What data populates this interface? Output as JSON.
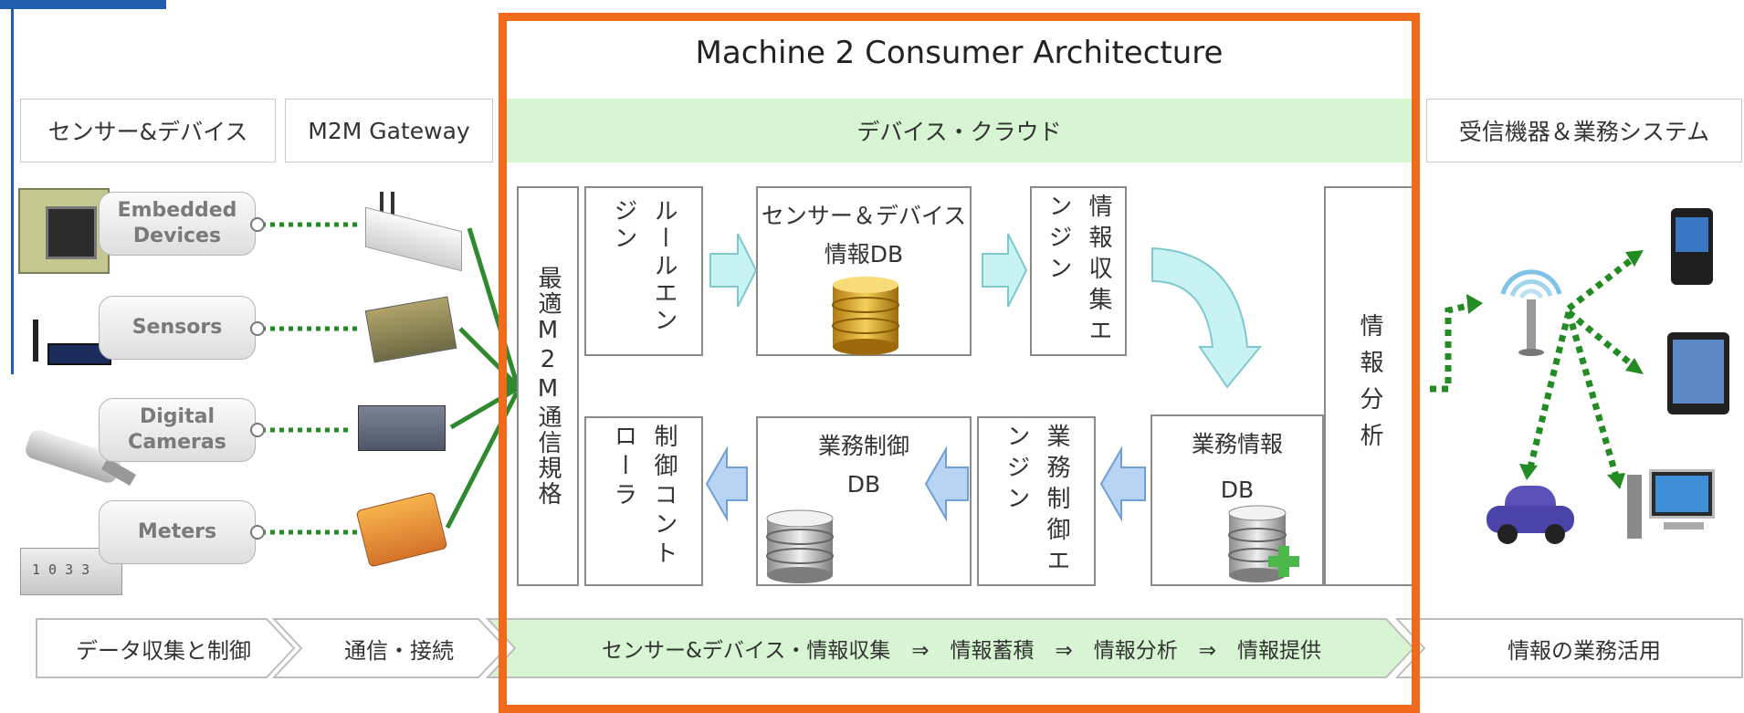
{
  "title": "Machine 2 Consumer Architecture",
  "headers": {
    "sensors_devices": "センサー&デバイス",
    "gateway": "M2M Gateway",
    "device_cloud": "デバイス・クラウド",
    "receivers": "受信機器＆業務システム"
  },
  "devices": [
    {
      "label": "Embedded\nDevices"
    },
    {
      "label": "Sensors"
    },
    {
      "label": "Digital\nCameras"
    },
    {
      "label": "Meters"
    }
  ],
  "meter_reading": "1 0 3 3",
  "cloud": {
    "protocol": "最適M2M通信規格",
    "rule_engine": "ルールエンジン",
    "sensor_db_line1": "センサー＆デバイス",
    "sensor_db_line2": "情報DB",
    "collect_engine": "情報収集エンジン",
    "controller": "制御コントローラ",
    "control_db_line1": "業務制御",
    "control_db_line2": "DB",
    "control_engine": "業務制御エンジン",
    "business_db_line1": "業務情報",
    "business_db_line2": "DB",
    "analysis": "情報分析"
  },
  "steps": {
    "data_collection": "データ収集と制御",
    "communication": "通信・接続",
    "process": "センサー&デバイス・情報収集　⇒　情報蓄積　⇒　情報分析　⇒　情報提供",
    "usage": "情報の業務活用"
  },
  "colors": {
    "frame": "#ef6a1a",
    "green_band": "#d7f5d2",
    "arrow_cyan": "#c9f3f3",
    "arrow_blue": "#b9d3f3",
    "line_green": "#2f8a2f",
    "dotted_green": "#228b22",
    "accent_blue": "#1f5fae"
  }
}
